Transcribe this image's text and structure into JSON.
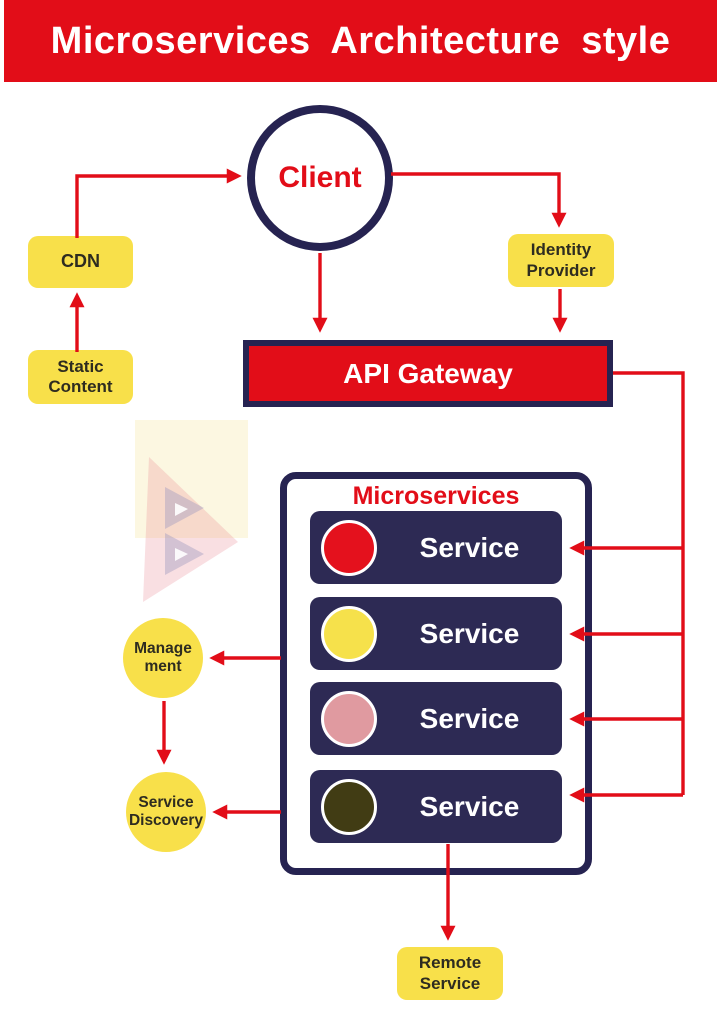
{
  "header": {
    "title": "Microservices Architecture style"
  },
  "diagram": {
    "client": "Client",
    "cdn": "CDN",
    "static_content": "Static\nContent",
    "identity_provider": "Identity\nProvider",
    "api_gateway": "API Gateway",
    "microservices": {
      "title": "Microservices",
      "services": [
        {
          "label": "Service",
          "dot_color": "#e4111d"
        },
        {
          "label": "Service",
          "dot_color": "#f6e14b"
        },
        {
          "label": "Service",
          "dot_color": "#e09aa0"
        },
        {
          "label": "Service",
          "dot_color": "#413c14"
        }
      ]
    },
    "management": "Manage\nment",
    "service_discovery": "Service\nDiscovery",
    "remote_service": "Remote\nService"
  },
  "colors": {
    "primary_red": "#e20d18",
    "navy_border": "#262351",
    "service_bar_navy": "#2d2a54",
    "node_yellow": "#f8e04a",
    "dark_text": "#2e2c20",
    "white": "#ffffff"
  }
}
